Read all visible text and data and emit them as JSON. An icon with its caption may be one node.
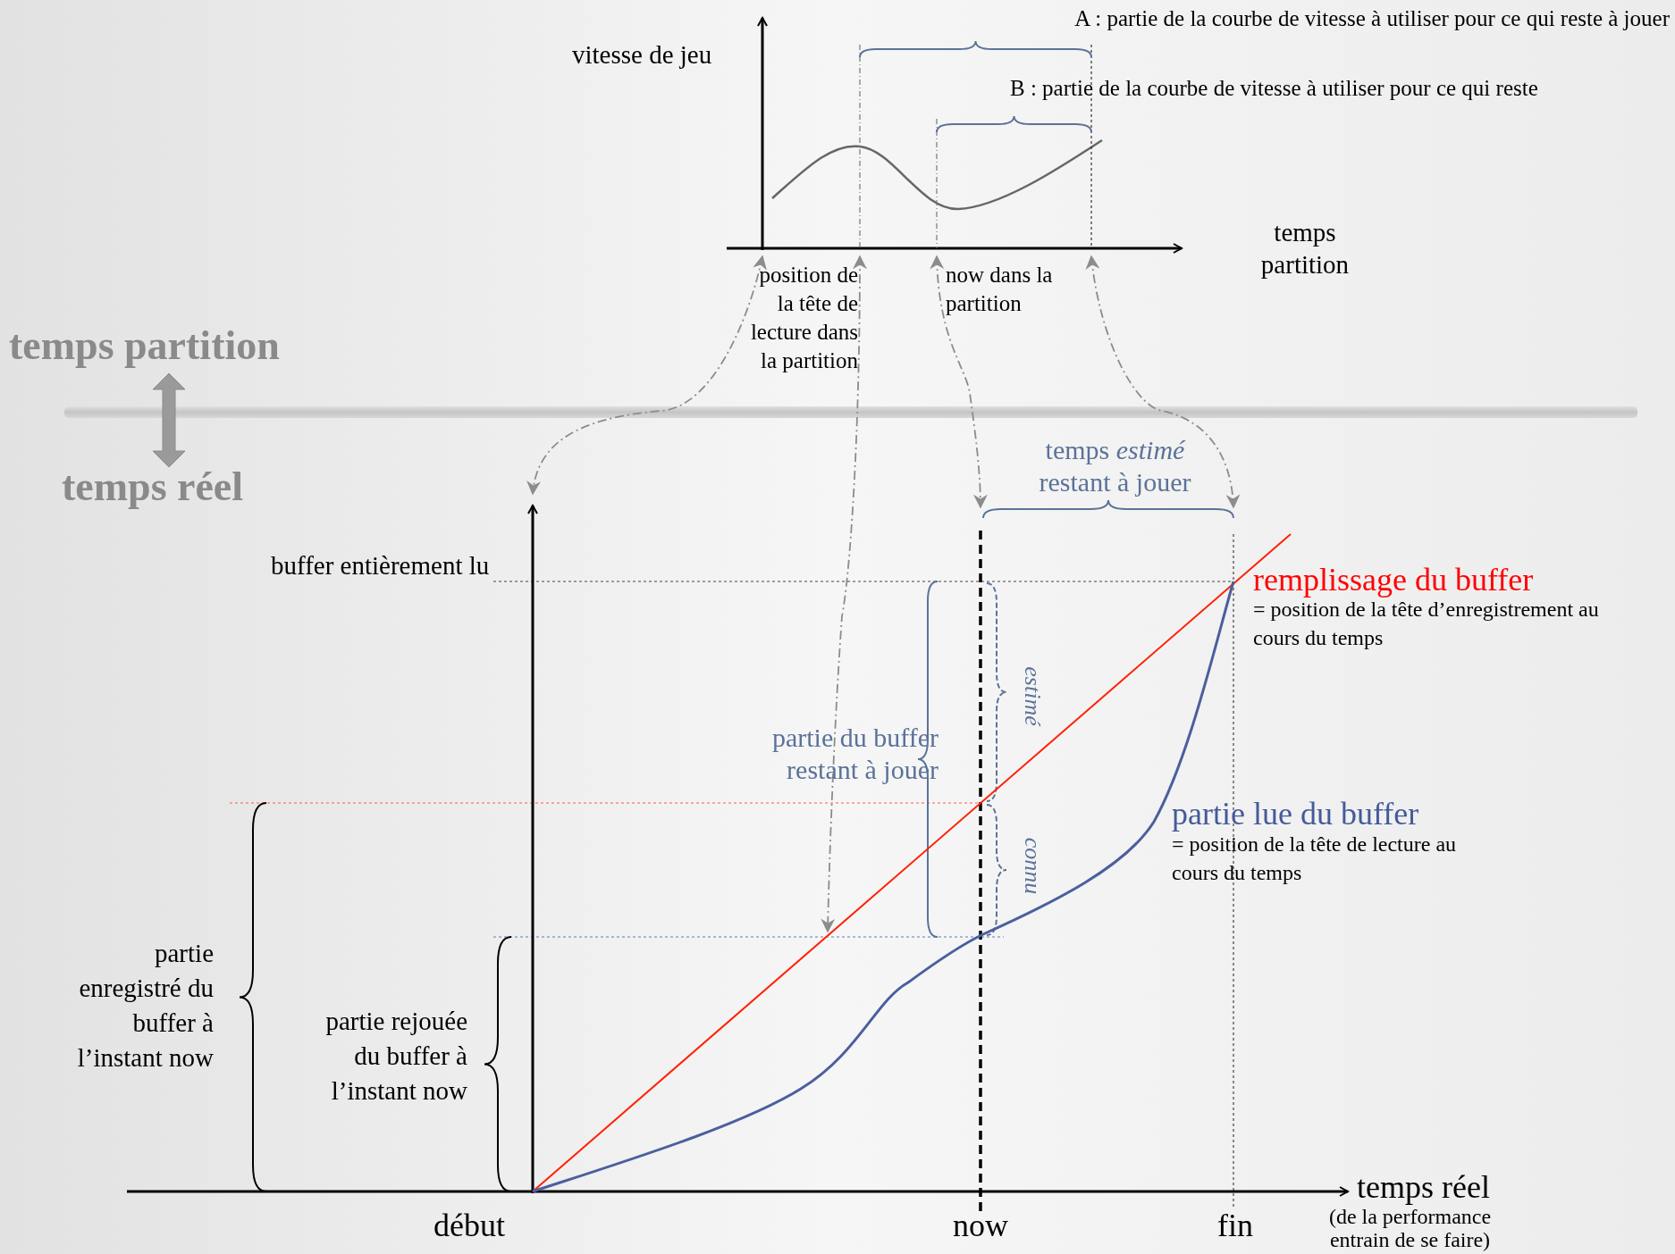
{
  "diagram": {
    "labels": [
      "A : partie de la courbe de vitesse à utiliser pour ce qui reste à jouer",
      "vitesse de jeu",
      "B : partie de la courbe de vitesse à utiliser pour ce qui reste",
      "temps partition",
      "position de la tête de lecture dans la partition",
      "now dans la partition",
      "temps partition",
      "temps réel",
      "temps *estimé* restant à jouer",
      "buffer entièrement lu",
      "remplissage du buffer",
      "= position de la tête d’enregistrement au cours du temps",
      "estimé",
      "partie du buffer restant à jouer",
      "partie lue du buffer",
      "= position de la tête de lecture au cours du temps",
      "connu",
      "partie enregistré du buffer à l’instant now",
      "partie rejouée du buffer à l’instant now",
      "début",
      "now",
      "fin",
      "temps réel",
      "(de la performance entrain de se faire)"
    ]
  }
}
